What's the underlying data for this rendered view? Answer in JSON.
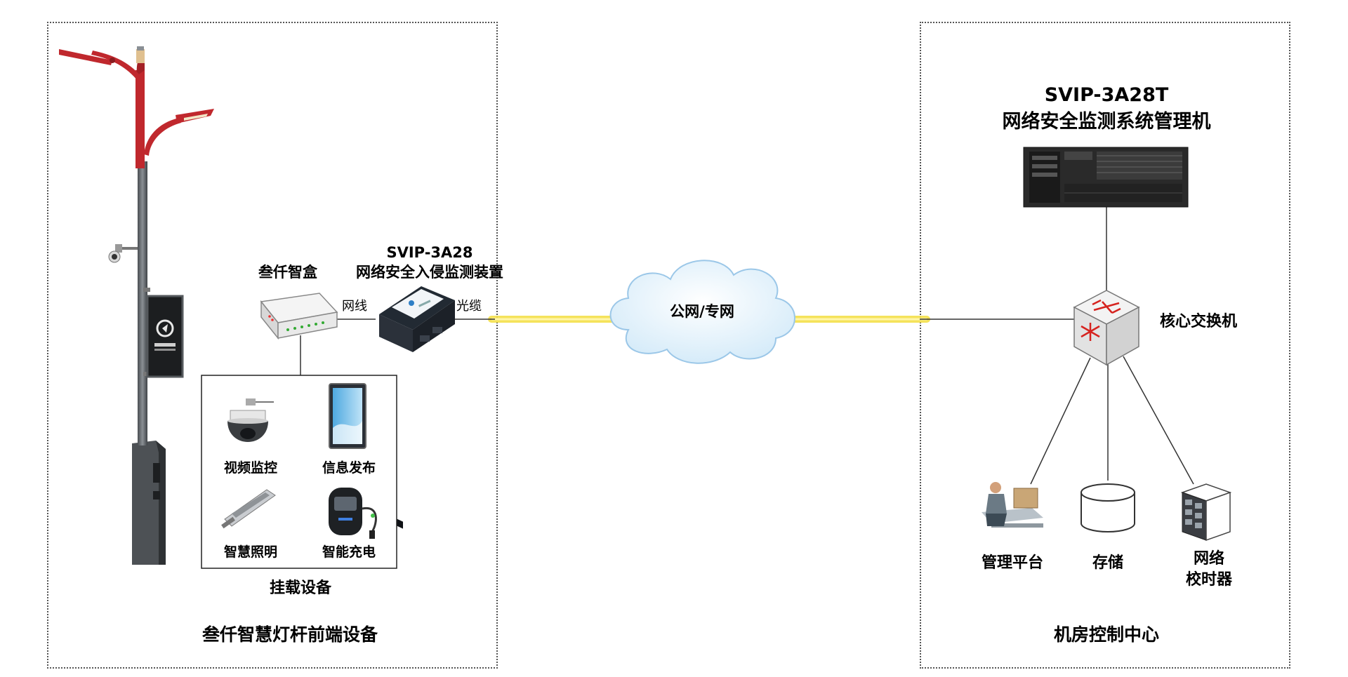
{
  "left_region": {
    "title": "叁仟智慧灯杆前端设备",
    "smart_box_label": "叁仟智盒",
    "ids_model": "SVIP-3A28",
    "ids_name": "网络安全入侵监测装置",
    "cable_ethernet": "网线",
    "cable_fiber": "光缆",
    "mounted_group_label": "挂载设备",
    "mounted_devices": [
      {
        "label": "视频监控",
        "icon": "ptz-camera-icon"
      },
      {
        "label": "信息发布",
        "icon": "led-screen-icon"
      },
      {
        "label": "智慧照明",
        "icon": "street-lamp-icon"
      },
      {
        "label": "智能充电",
        "icon": "ev-charger-icon"
      }
    ]
  },
  "cloud": {
    "label": "公网/专网"
  },
  "right_region": {
    "title": "机房控制中心",
    "server_model": "SVIP-3A28T",
    "server_name": "网络安全监测系统管理机",
    "core_switch_label": "核心交换机",
    "endpoints": [
      {
        "label": "管理平台",
        "icon": "operator-desk-icon"
      },
      {
        "label": "存储",
        "icon": "storage-cylinder-icon"
      },
      {
        "label": "网络校时器",
        "line1": "网络",
        "line2": "校时器",
        "icon": "time-server-icon"
      }
    ]
  },
  "colors": {
    "pole_red": "#c0282d",
    "pole_gray": "#5f6368",
    "fiber_yellow": "#f8e84a",
    "cloud_blue": "#d6ecfa",
    "region_border": "#555555"
  }
}
